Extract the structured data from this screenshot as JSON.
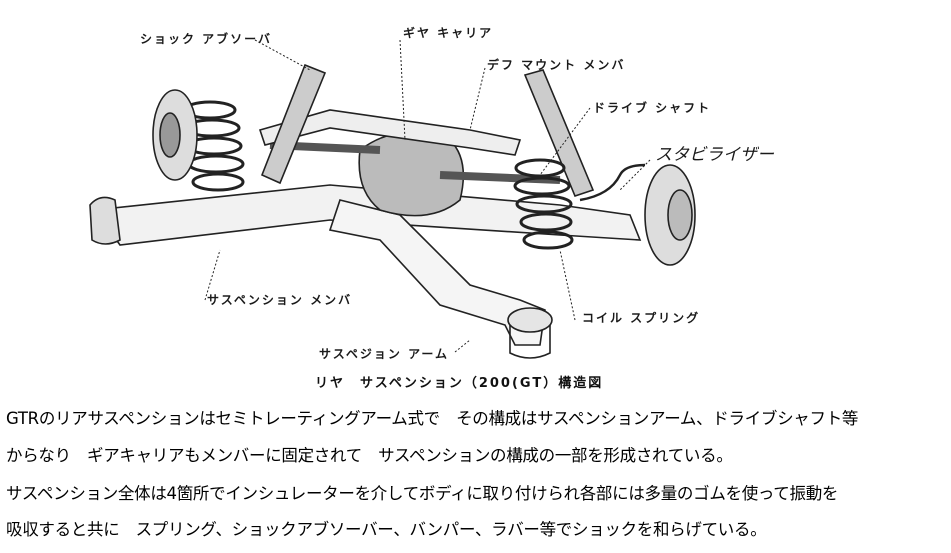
{
  "diagram": {
    "labels": {
      "shock_absorber": "ショック アブソーバ",
      "gear_carrier": "ギヤ キャリア",
      "diff_mount_member": "デフ マウント メンバ",
      "drive_shaft": "ドライブ シャフト",
      "stabilizer": "スタビライザー",
      "suspension_member": "サスペンション メンバ",
      "coil_spring": "コイル スプリング",
      "suspension_arm": "サスペジョン アーム"
    },
    "caption": "リヤ　サスペンション（200(GT）構造図"
  },
  "description": {
    "lines": [
      "GTRのリアサスペンションはセミトレーティングアーム式で　その構成はサスペンションアーム、ドライブシャフト等",
      "からなり　ギアキャリアもメンバーに固定されて　サスペンションの構成の一部を形成されている。",
      "サスペンション全体は4箇所でインシュレーターを介してボディに取り付けられ各部には多量のゴムを使って振動を",
      "吸収すると共に　スプリング、ショックアブソーバー、バンパー、ラバー等でショックを和らげている。"
    ]
  }
}
